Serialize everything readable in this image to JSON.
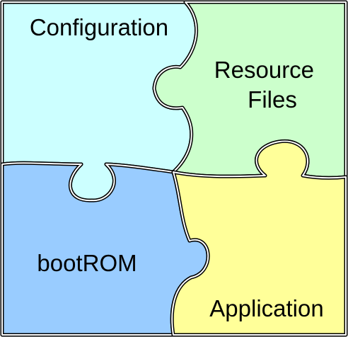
{
  "pieces": [
    {
      "id": "configuration",
      "label_lines": [
        "Configuration"
      ],
      "color": "#ccffff"
    },
    {
      "id": "resource-files",
      "label_lines": [
        "Resource",
        "Files"
      ],
      "color": "#ccffcc"
    },
    {
      "id": "bootrom",
      "label_lines": [
        "bootROM"
      ],
      "color": "#99ccff"
    },
    {
      "id": "application",
      "label_lines": [
        "Application"
      ],
      "color": "#ffff99"
    }
  ],
  "outline_color": "#000000"
}
